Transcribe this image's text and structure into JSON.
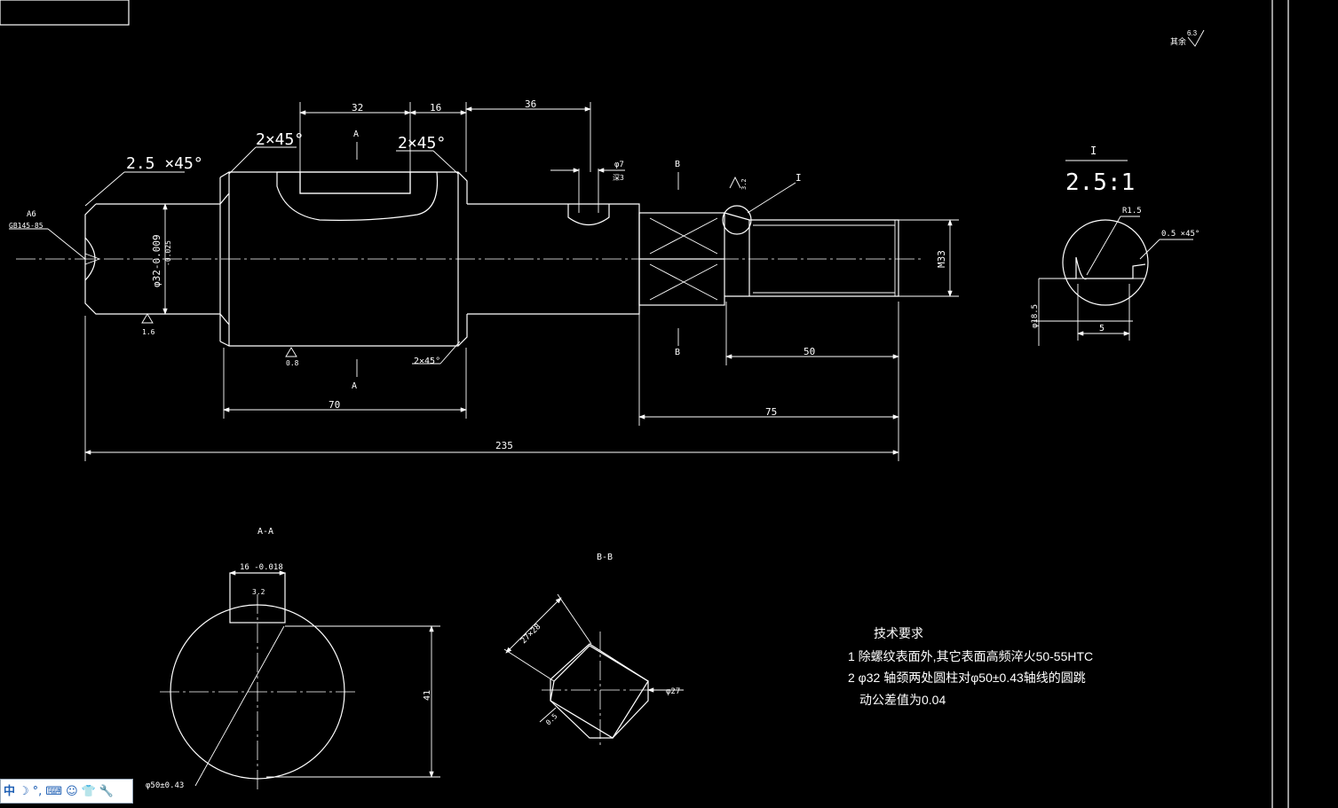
{
  "roughness": {
    "general_note": "其余",
    "general_value": "6.3",
    "ra_16": "1.6",
    "ra_08": "0.8",
    "ra_32": "3.2"
  },
  "main_view": {
    "dim_32": "32",
    "dim_16": "16",
    "dim_36": "36",
    "chamfer_left": "2.5 ×45°",
    "chamfer_a": "2×45°",
    "chamfer_b": "2×45°",
    "chamfer_c": "2×45°",
    "section_a": "A",
    "section_b": "B",
    "detail_mark": "I",
    "center_hole": "A6",
    "center_hole_std": "GB145-85",
    "dia_left": "φ32-0.009",
    "dia_left_tol": "-0.025",
    "hole_dia": "φ7",
    "hole_depth": "深3",
    "thread": "M33",
    "dim_70": "70",
    "dim_50": "50",
    "dim_75": "75",
    "dim_235": "235"
  },
  "detail_view": {
    "scale": "2.5:1",
    "label": "I",
    "radius": "R1.5",
    "chamfer": "0.5 ×45°",
    "dia": "φ18.5",
    "width": "5"
  },
  "section_aa": {
    "title": "A-A",
    "key_width": "16 -0.018",
    "key_depth": "3.2",
    "height": "41",
    "dia": "φ50±0.43"
  },
  "section_bb": {
    "title": "B-B",
    "flat": "27×28",
    "dia": "φ27",
    "chamfer": "0.5"
  },
  "tech_req": {
    "title": "技术要求",
    "line1": "1 除螺纹表面外,其它表面高频淬火50-55HTC",
    "line2": "2 φ32  轴颈两处圆柱对φ50±0.43轴线的圆跳",
    "line3": "动公差值为0.04"
  },
  "ime": {
    "lang": "中",
    "moon": "☽",
    "punct": "°,",
    "keyboard": "⌨",
    "user": "☺",
    "shirt": "👕",
    "tool": "🔧"
  }
}
